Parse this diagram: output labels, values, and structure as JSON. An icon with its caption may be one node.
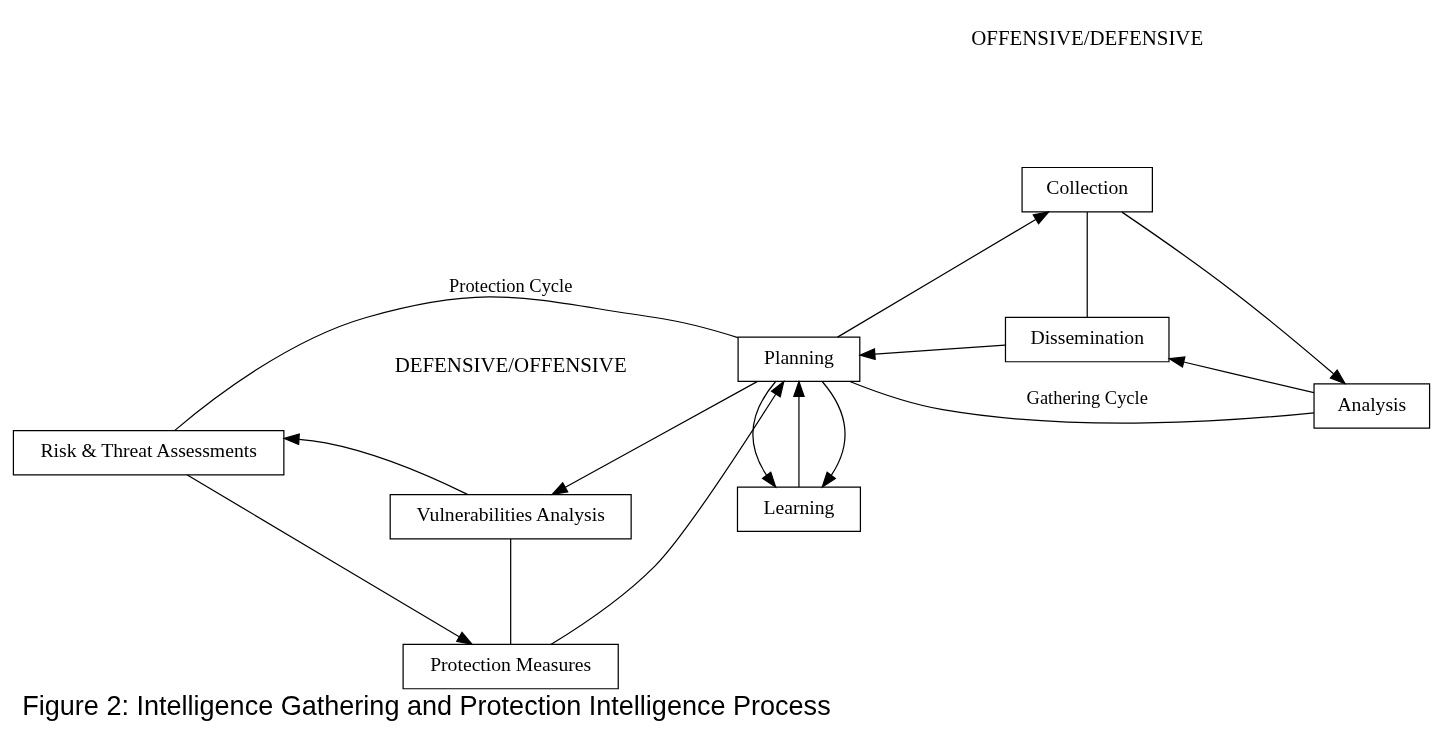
{
  "diagram": {
    "caption": "Figure 2: Intelligence Gathering and Protection Intelligence Process",
    "nodes": [
      {
        "text": [
          "Vulnerabilities Analysis"
        ]
      },
      {
        "text": [
          "Risk & Threat Assessments"
        ]
      },
      {
        "text": [
          "Planning"
        ]
      },
      {
        "text": [
          "Protection Measures"
        ]
      },
      {
        "text": [
          "Collection"
        ]
      },
      {
        "text": [
          "Analysis"
        ]
      },
      {
        "text": [
          "Dissemination"
        ]
      },
      {
        "text": [
          "Learning"
        ]
      }
    ],
    "edges": [
      {
        "from": 0,
        "to": 3,
        "arrow": "none"
      },
      {
        "from": 1,
        "to": 2,
        "arrow": "none",
        "label": "Protection Cycle"
      },
      {
        "from": 2,
        "to": 0,
        "arrow": "to"
      },
      {
        "from": 0,
        "to": 1,
        "arrow": "to"
      },
      {
        "from": 1,
        "to": 3,
        "arrow": "to"
      },
      {
        "from": 3,
        "to": 2,
        "arrow": "to"
      },
      {
        "from": 4,
        "to": 6,
        "arrow": "none"
      },
      {
        "from": 2,
        "to": 5,
        "arrow": "none",
        "label": "Gathering Cycle"
      },
      {
        "from": 2,
        "to": 4,
        "arrow": "to"
      },
      {
        "from": 4,
        "to": 5,
        "arrow": "to"
      },
      {
        "from": 5,
        "to": 6,
        "arrow": "to"
      },
      {
        "from": 6,
        "to": 2,
        "arrow": "to"
      },
      {
        "from": 2,
        "to": 7,
        "arrow": "to"
      },
      {
        "from": 7,
        "to": 2,
        "arrow": "to"
      },
      {
        "from": 2,
        "to": 7,
        "arrow": "to"
      }
    ],
    "labels": [
      "DEFENSIVE/OFFENSIVE",
      "OFFENSIVE/DEFENSIVE"
    ]
  }
}
